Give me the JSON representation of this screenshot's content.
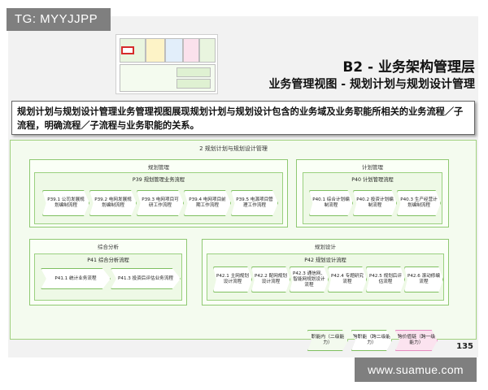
{
  "badge": "TG: MYYJJPP",
  "watermark": "www.suamue.com",
  "title": "B2 - 业务架构管理层",
  "subtitle": "业务管理视图 - 规划计划与规划设计管理",
  "description": "规划计划与规划设计管理业务管理视图展现规划计划与规划设计包含的业务域及业务职能所相关的业务流程／子流程，明确流程／子流程与业务职能的关系。",
  "outer_title": "2 规划计划与规划设计管理",
  "groups": {
    "planning": {
      "title": "规划管理",
      "process": "P39 规划管理业务流程",
      "steps": [
        "P39.1 公司发展规划编制流程",
        "P39.2 电网发展规划编制流程",
        "P39.3 电网项目可研工作流程",
        "P39.4 电网项目前期工作流程",
        "P39.5 电源项目管理工作流程"
      ]
    },
    "plan": {
      "title": "计划管理",
      "process": "P40 计划管理流程",
      "steps": [
        "P40.1 综合计划编制流程",
        "P40.2 投资计划编制流程",
        "P40.3 生产经营计划编制流程"
      ]
    },
    "analysis": {
      "title": "综合分析",
      "process": "P41 综合分析流程",
      "steps": [
        "P41.1 统计业务流程",
        "P41.3 投资后评估业务流程"
      ]
    },
    "design": {
      "title": "规划设计",
      "process": "P42 规划设计流程",
      "steps": [
        "P42.1 主网规划设计流程",
        "P42.2 配网规划设计流程",
        "P42.3 通信网、智能网规划设计流程",
        "P42.4 专题研究流程",
        "P42.5 规划后评估流程",
        "P42.6 滚动修编流程"
      ]
    }
  },
  "legend": [
    "职能内（二级能力）",
    "跨职能（跨二级能力）",
    "跨价值链（跨一级能力）"
  ],
  "page_number": "135",
  "colors": {
    "green_border": "#8fc872",
    "legend_pink": "#e58cc0",
    "legend_green": "#7fbf60"
  }
}
